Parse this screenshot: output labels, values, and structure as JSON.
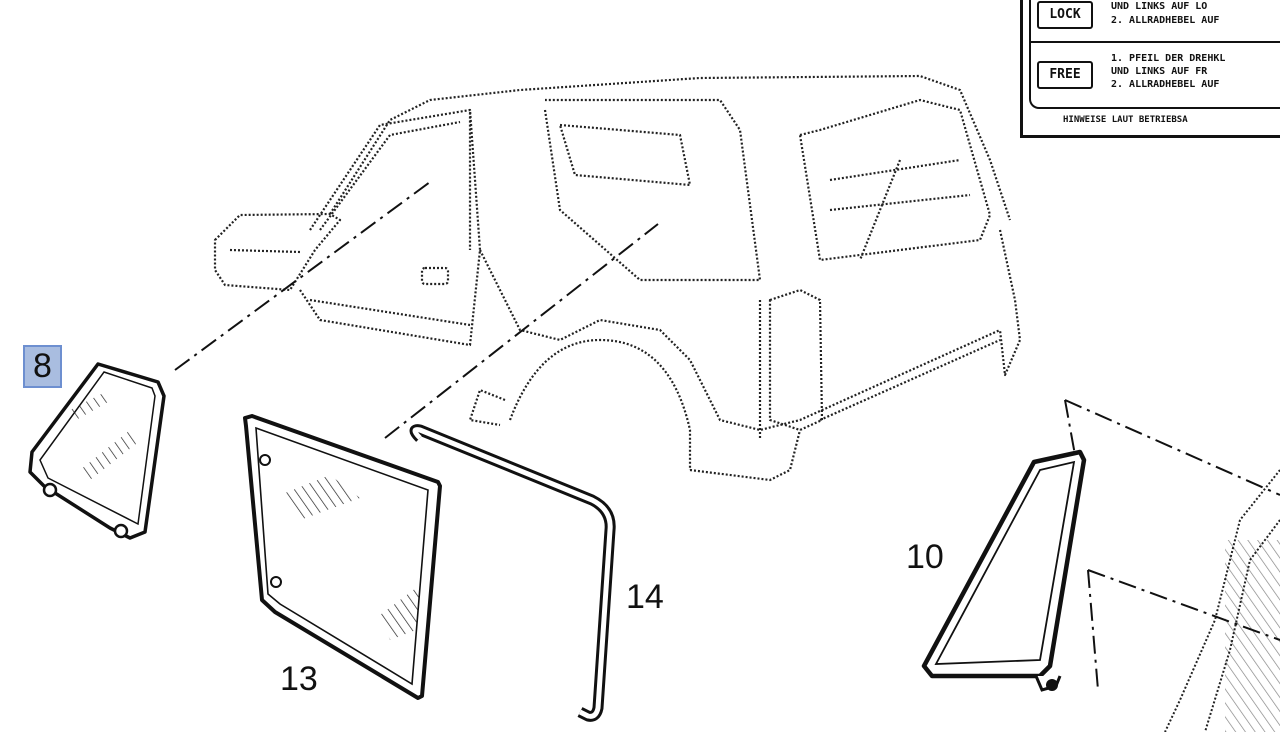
{
  "callouts": {
    "part_8": "8",
    "part_13": "13",
    "part_14": "14",
    "part_10": "10"
  },
  "legend": {
    "lock_badge": "LOCK",
    "lock_line1": "UND LINKS AUF LO",
    "lock_line2": "2. ALLRADHEBEL AUF",
    "free_badge": "FREE",
    "free_line1": "1. PFEIL DER DREHKL",
    "free_line2": "UND LINKS AUF FR",
    "free_line3": "2. ALLRADHEBEL AUF",
    "footer": "HINWEISE LAUT BETRIEBSA"
  },
  "colors": {
    "ink": "#111111",
    "highlight_fill": "#a9bde0",
    "highlight_border": "#6d8fd0"
  }
}
